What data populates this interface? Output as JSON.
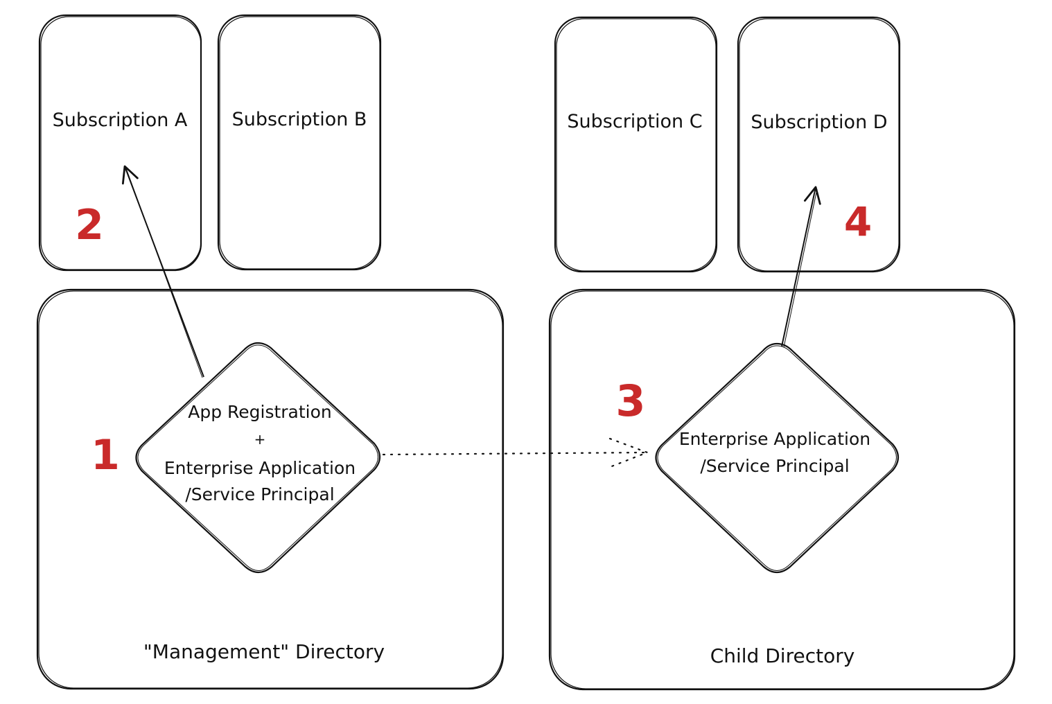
{
  "colors": {
    "stroke": "#111111",
    "accent": "#c92a2a",
    "background": "#ffffff"
  },
  "subscriptions": [
    {
      "label": "Subscription A"
    },
    {
      "label": "Subscription B"
    },
    {
      "label": "Subscription C"
    },
    {
      "label": "Subscription D"
    }
  ],
  "directories": {
    "management": {
      "label": "\"Management\" Directory"
    },
    "child": {
      "label": "Child Directory"
    }
  },
  "nodes": {
    "management_app": {
      "line1": "App Registration",
      "line2": "+",
      "line3": "Enterprise Application",
      "line4": "/Service Principal"
    },
    "child_app": {
      "line1": "Enterprise Application",
      "line2": "/Service Principal"
    }
  },
  "steps": [
    "1",
    "2",
    "3",
    "4"
  ]
}
